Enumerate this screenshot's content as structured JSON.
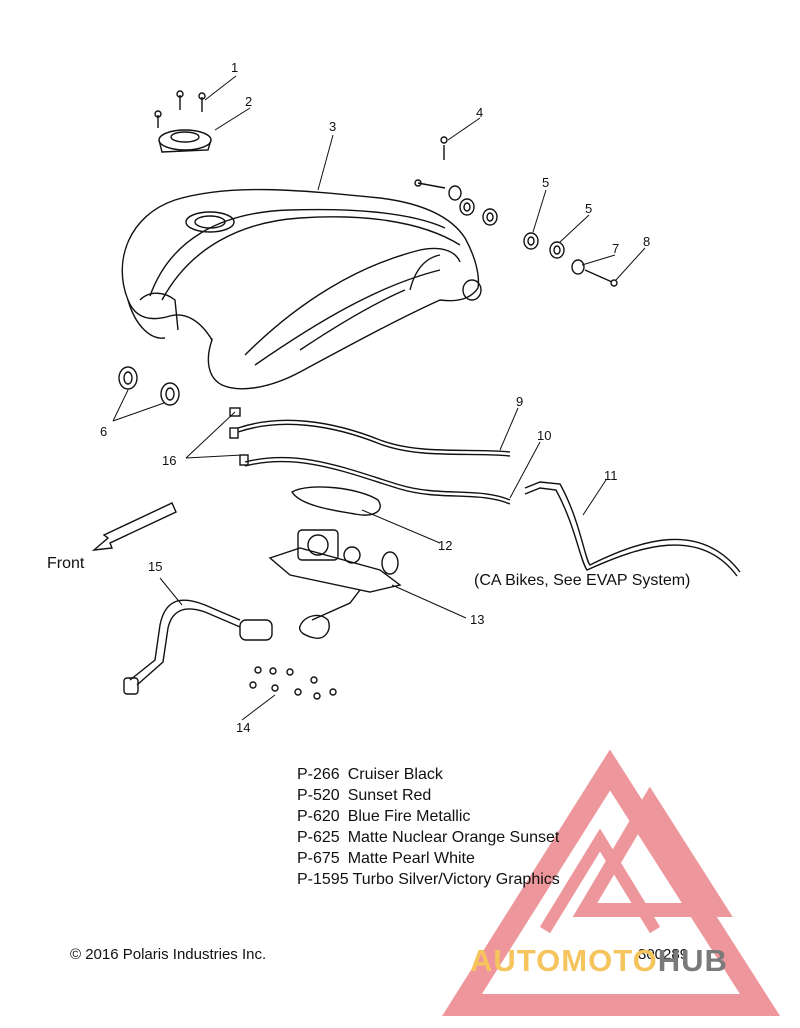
{
  "callouts": [
    "1",
    "2",
    "3",
    "4",
    "5",
    "5",
    "6",
    "7",
    "8",
    "9",
    "10",
    "11",
    "12",
    "13",
    "14",
    "15",
    "16"
  ],
  "front_label": "Front",
  "ca_note": "(CA Bikes, See EVAP System)",
  "legend": [
    {
      "code": "P-266",
      "name": "Cruiser Black"
    },
    {
      "code": "P-520",
      "name": "Sunset Red"
    },
    {
      "code": "P-620",
      "name": "Blue Fire Metallic"
    },
    {
      "code": "P-625",
      "name": "Matte Nuclear Orange Sunset"
    },
    {
      "code": "P-675",
      "name": "Matte Pearl White"
    },
    {
      "code": "P-1595",
      "name": "Turbo Silver/Victory Graphics"
    }
  ],
  "copyright": "© 2016 Polaris Industries Inc.",
  "doc_number": "800289",
  "watermark": {
    "part1": "AUTOMOTO",
    "part2": "HUB",
    "color_triangle": "#e8737a",
    "color_text1": "#f6c45c",
    "color_text2": "#7a7a7a"
  }
}
